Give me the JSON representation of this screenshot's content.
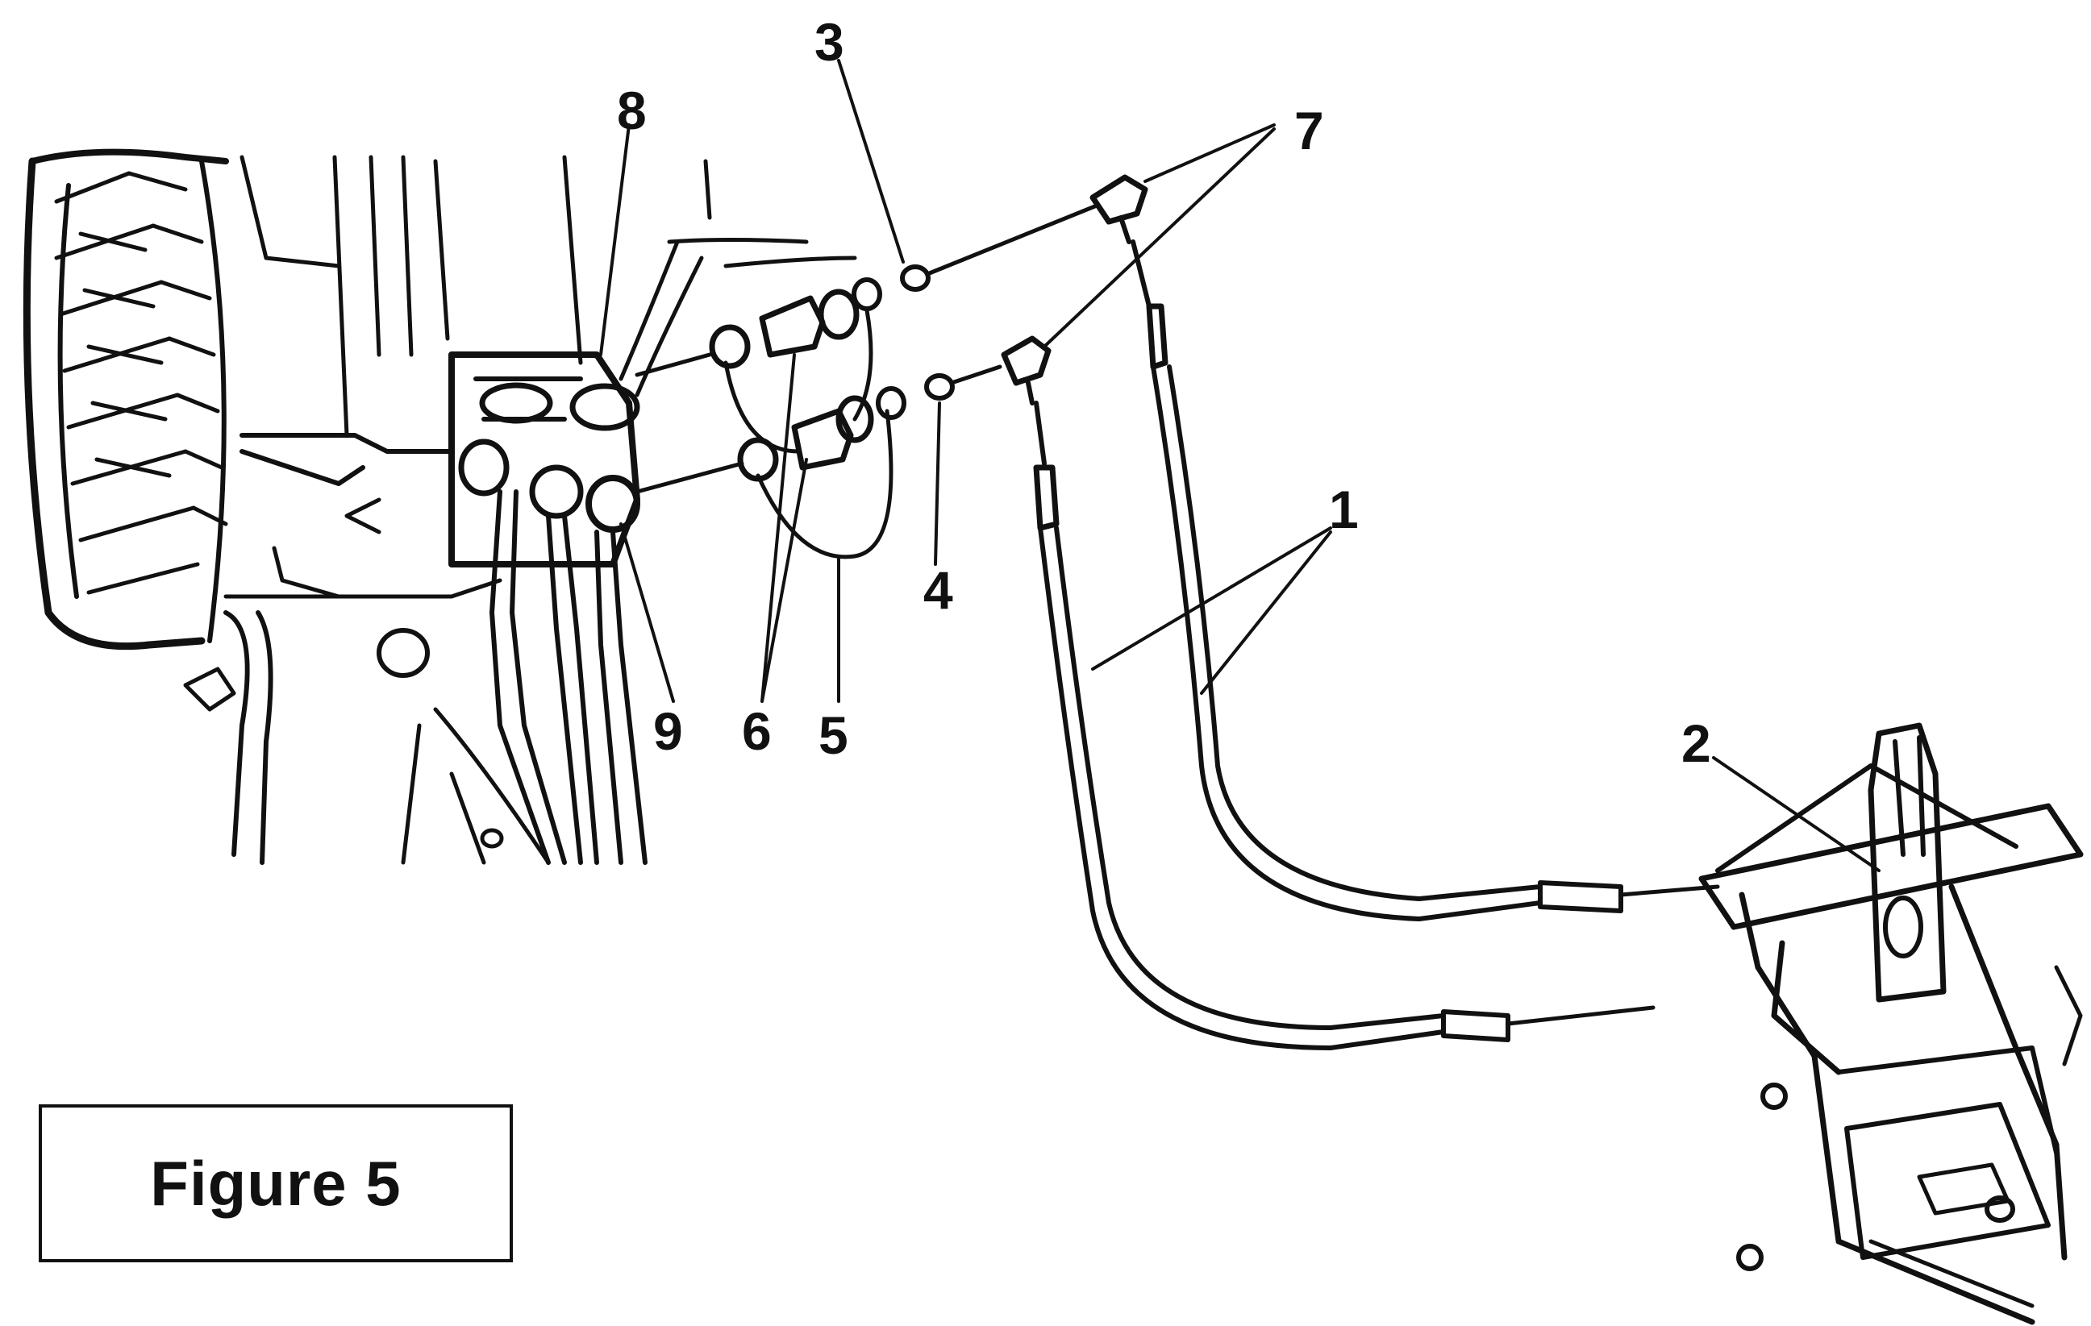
{
  "figure_label": "Figure 5",
  "callouts": {
    "c1": "1",
    "c2": "2",
    "c3": "3",
    "c4": "4",
    "c5": "5",
    "c6": "6",
    "c7": "7",
    "c8": "8",
    "c9": "9"
  }
}
